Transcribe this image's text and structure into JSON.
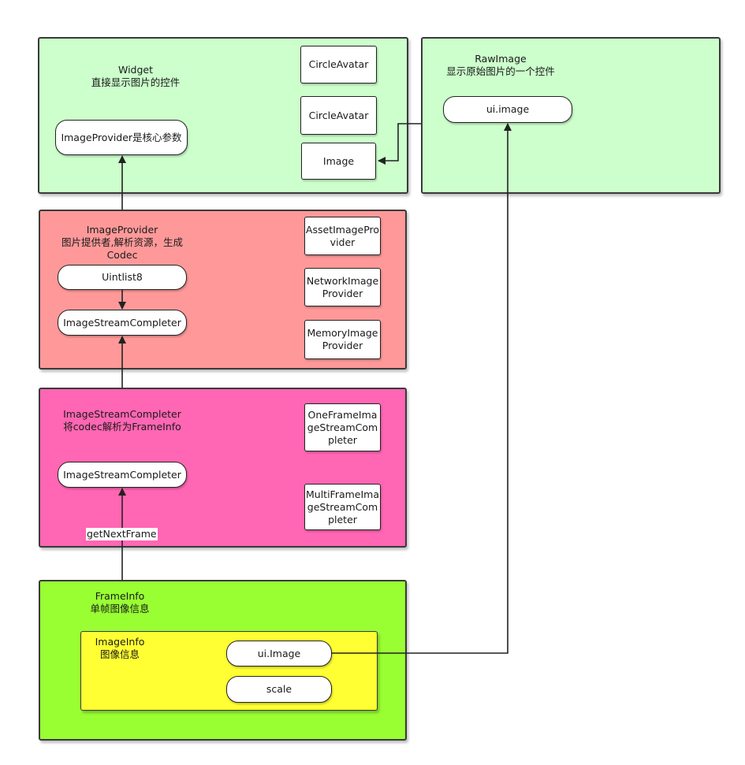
{
  "colors": {
    "widget_panel": "#ccffcc",
    "rawimage_panel": "#ccffcc",
    "imageprovider_panel": "#ff9999",
    "streamcompleter_panel": "#ff66b3",
    "frameinfo_panel": "#99ff33",
    "imageinfo_panel": "#ffff33",
    "node_fill": "#ffffff",
    "stroke": "#222222"
  },
  "widget": {
    "title": "Widget\n直接显示图片的控件",
    "core_param": "ImageProvider是核心参数",
    "subclasses": [
      "CircleAvatar",
      "CircleAvatar",
      "Image"
    ]
  },
  "rawimage": {
    "title": "RawImage\n显示原始图片的一个控件",
    "ui_image": "ui.image"
  },
  "imageprovider": {
    "title": "ImageProvider\n图片提供者,解析资源，生成\nCodec",
    "uintlist": "Uintlist8",
    "completer": "ImageStreamCompleter",
    "subclasses": [
      "AssetImageProvider",
      "NetworkImageProvider",
      "MemoryImageProvider"
    ]
  },
  "streamcompleter": {
    "title": "ImageStreamCompleter\n将codec解析为FrameInfo",
    "completer": "ImageStreamCompleter",
    "subclasses": [
      "OneFrameImageStreamCompleter",
      "MultiFrameImageStreamCompleter"
    ]
  },
  "frameinfo": {
    "title": "FrameInfo\n单帧图像信息",
    "imageinfo_title": "ImageInfo\n图像信息",
    "ui_image": "ui.Image",
    "scale": "scale"
  },
  "edges": {
    "get_next_frame": "getNextFrame"
  }
}
